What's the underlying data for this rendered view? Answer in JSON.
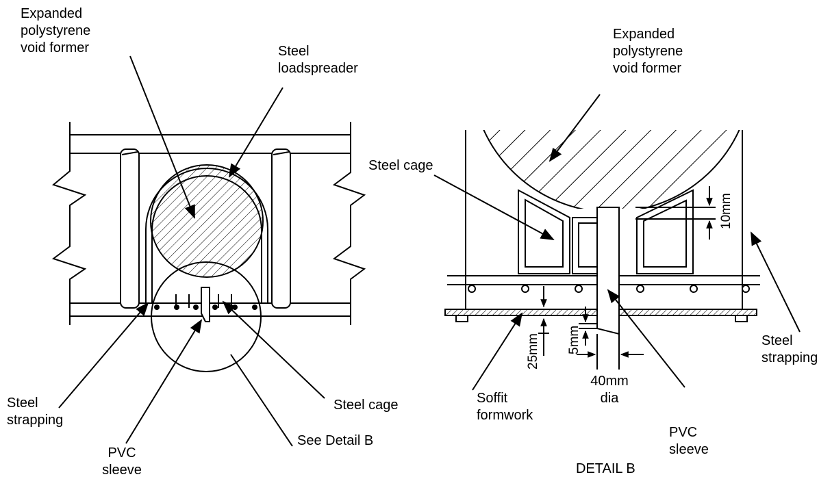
{
  "left": {
    "void_former": "Expanded\npolystyrene\nvoid former",
    "loadspreader": "Steel\nloadspreader",
    "strapping": "Steel\nstrapping",
    "pvc_sleeve": "PVC\nsleeve",
    "steel_cage": "Steel cage",
    "see_detail": "See Detail B"
  },
  "right": {
    "void_former": "Expanded\npolystyrene\nvoid former",
    "steel_cage": "Steel cage",
    "dim_10": "10mm",
    "dim_25": "25mm",
    "dim_5": "5mm",
    "dim_40": "40mm\ndia",
    "soffit": "Soffit\nformwork",
    "pvc_sleeve": "PVC\nsleeve",
    "strapping": "Steel\nstrapping",
    "title": "DETAIL B"
  }
}
